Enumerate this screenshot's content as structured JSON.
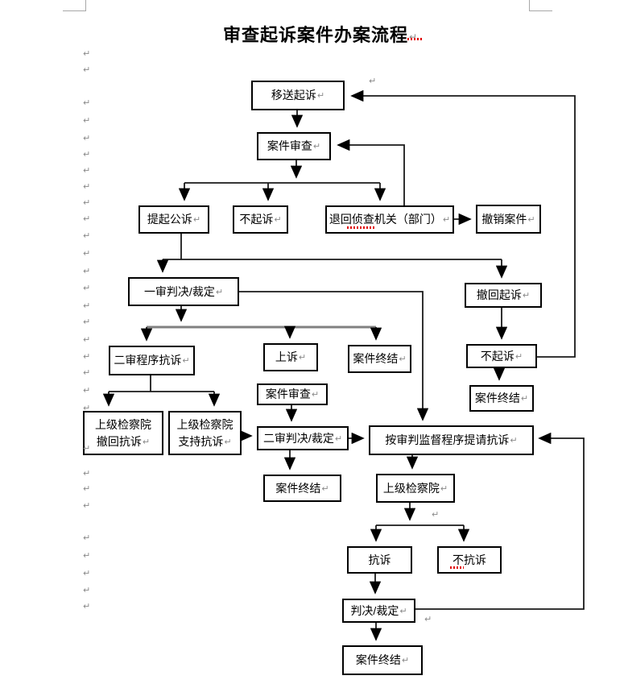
{
  "title": {
    "text": "审查起诉案件办案流程"
  },
  "formatting_marks": {
    "paragraph_mark": "↵"
  },
  "colors": {
    "line": "#1a1a1a",
    "branch_gray": "#808080",
    "box_border": "#000000",
    "text": "#000000",
    "mark_gray": "#8a8a8a",
    "spellcheck_red": "#e00000",
    "background": "#ffffff"
  },
  "flowchart": {
    "nodes": [
      {
        "id": "yisongqisu",
        "label": "移送起诉",
        "pilcrow": true
      },
      {
        "id": "anjianshencha1",
        "label": "案件审查",
        "pilcrow": true
      },
      {
        "id": "tiqigongsu",
        "label": "提起公诉",
        "pilcrow": true
      },
      {
        "id": "buqisu1",
        "label": "不起诉",
        "pilcrow": true
      },
      {
        "id": "tuihuizhencha",
        "label": "退回侦查机关（部门）",
        "pilcrow": true,
        "spellcheck": true
      },
      {
        "id": "chexiaoanjian",
        "label": "撤销案件",
        "pilcrow": true
      },
      {
        "id": "yishenpanjue",
        "label": "一审判决/裁定",
        "pilcrow": true
      },
      {
        "id": "chehuiqisu",
        "label": "撤回起诉",
        "pilcrow": true
      },
      {
        "id": "ershenkangsu",
        "label": "二审程序抗诉",
        "pilcrow": true
      },
      {
        "id": "shangsu",
        "label": "上诉",
        "pilcrow": true
      },
      {
        "id": "zhongjie1",
        "label": "案件终结",
        "pilcrow": true
      },
      {
        "id": "buqisu2",
        "label": "不起诉",
        "pilcrow": true
      },
      {
        "id": "zhongjie2",
        "label": "案件终结",
        "pilcrow": true
      },
      {
        "id": "chehuikangsu",
        "lines": [
          "上级检察院",
          "撤回抗诉"
        ],
        "pilcrow": true
      },
      {
        "id": "zhichikangsu",
        "lines": [
          "上级检察院",
          "支持抗诉"
        ],
        "pilcrow": true
      },
      {
        "id": "anjianshencha2",
        "label": "案件审查",
        "pilcrow": true
      },
      {
        "id": "ershenpanjue",
        "label": "二审判决/裁定",
        "pilcrow": true
      },
      {
        "id": "zhongjie3",
        "label": "案件终结",
        "pilcrow": true
      },
      {
        "id": "jiandukangsu",
        "label": "按审判监督程序提请抗诉",
        "pilcrow": true
      },
      {
        "id": "shangjijianchayuan",
        "label": "上级检察院",
        "pilcrow": true
      },
      {
        "id": "kangsu",
        "label": "抗诉",
        "pilcrow": false
      },
      {
        "id": "bukangsu",
        "label": "不抗诉",
        "pilcrow": false,
        "spellcheck": true
      },
      {
        "id": "panjuecaiding",
        "label": "判决/裁定",
        "pilcrow": true
      },
      {
        "id": "zhongjie4",
        "label": "案件终结",
        "pilcrow": true
      }
    ]
  }
}
